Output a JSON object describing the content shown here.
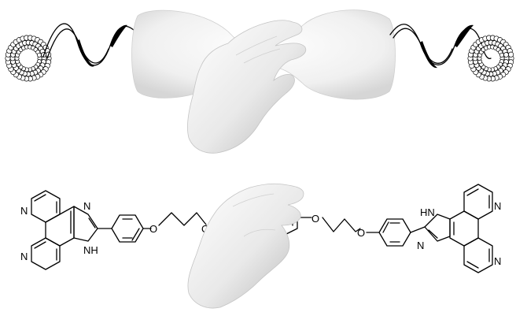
{
  "labels": {
    "nitrogen": "N",
    "oxygen": "O",
    "nh": "NH",
    "hn": "HN"
  },
  "colors": {
    "line": "#000000",
    "bead_fill": "#ffffff",
    "bowtie_light": "#f7f7f7",
    "bowtie_shade": "#d9d9d9",
    "hand_light": "#f2f2f2",
    "hand_shade": "#bdbdbd"
  },
  "icons": {
    "top_hand": "pinching-hand-icon",
    "bottom_hand": "pinching-hand-icon",
    "ring": "bead-ring-icon",
    "bowtie": "bowtie-icon"
  }
}
